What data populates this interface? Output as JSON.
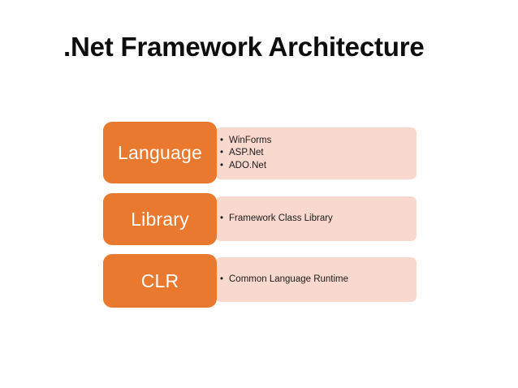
{
  "slide": {
    "title": ".Net Framework Architecture",
    "background_color": "#FFFFFF",
    "accent_color": "#E8792E",
    "panel_color": "#F9D9CE",
    "title_color": "#0D0D0D"
  },
  "diagram": {
    "type": "stacked-layer-list",
    "rows": [
      {
        "label": "Language",
        "items": [
          "WinForms",
          "ASP.Net",
          "ADO.Net"
        ]
      },
      {
        "label": "Library",
        "items": [
          "Framework Class Library"
        ]
      },
      {
        "label": "CLR",
        "items": [
          "Common Language Runtime"
        ]
      }
    ]
  }
}
